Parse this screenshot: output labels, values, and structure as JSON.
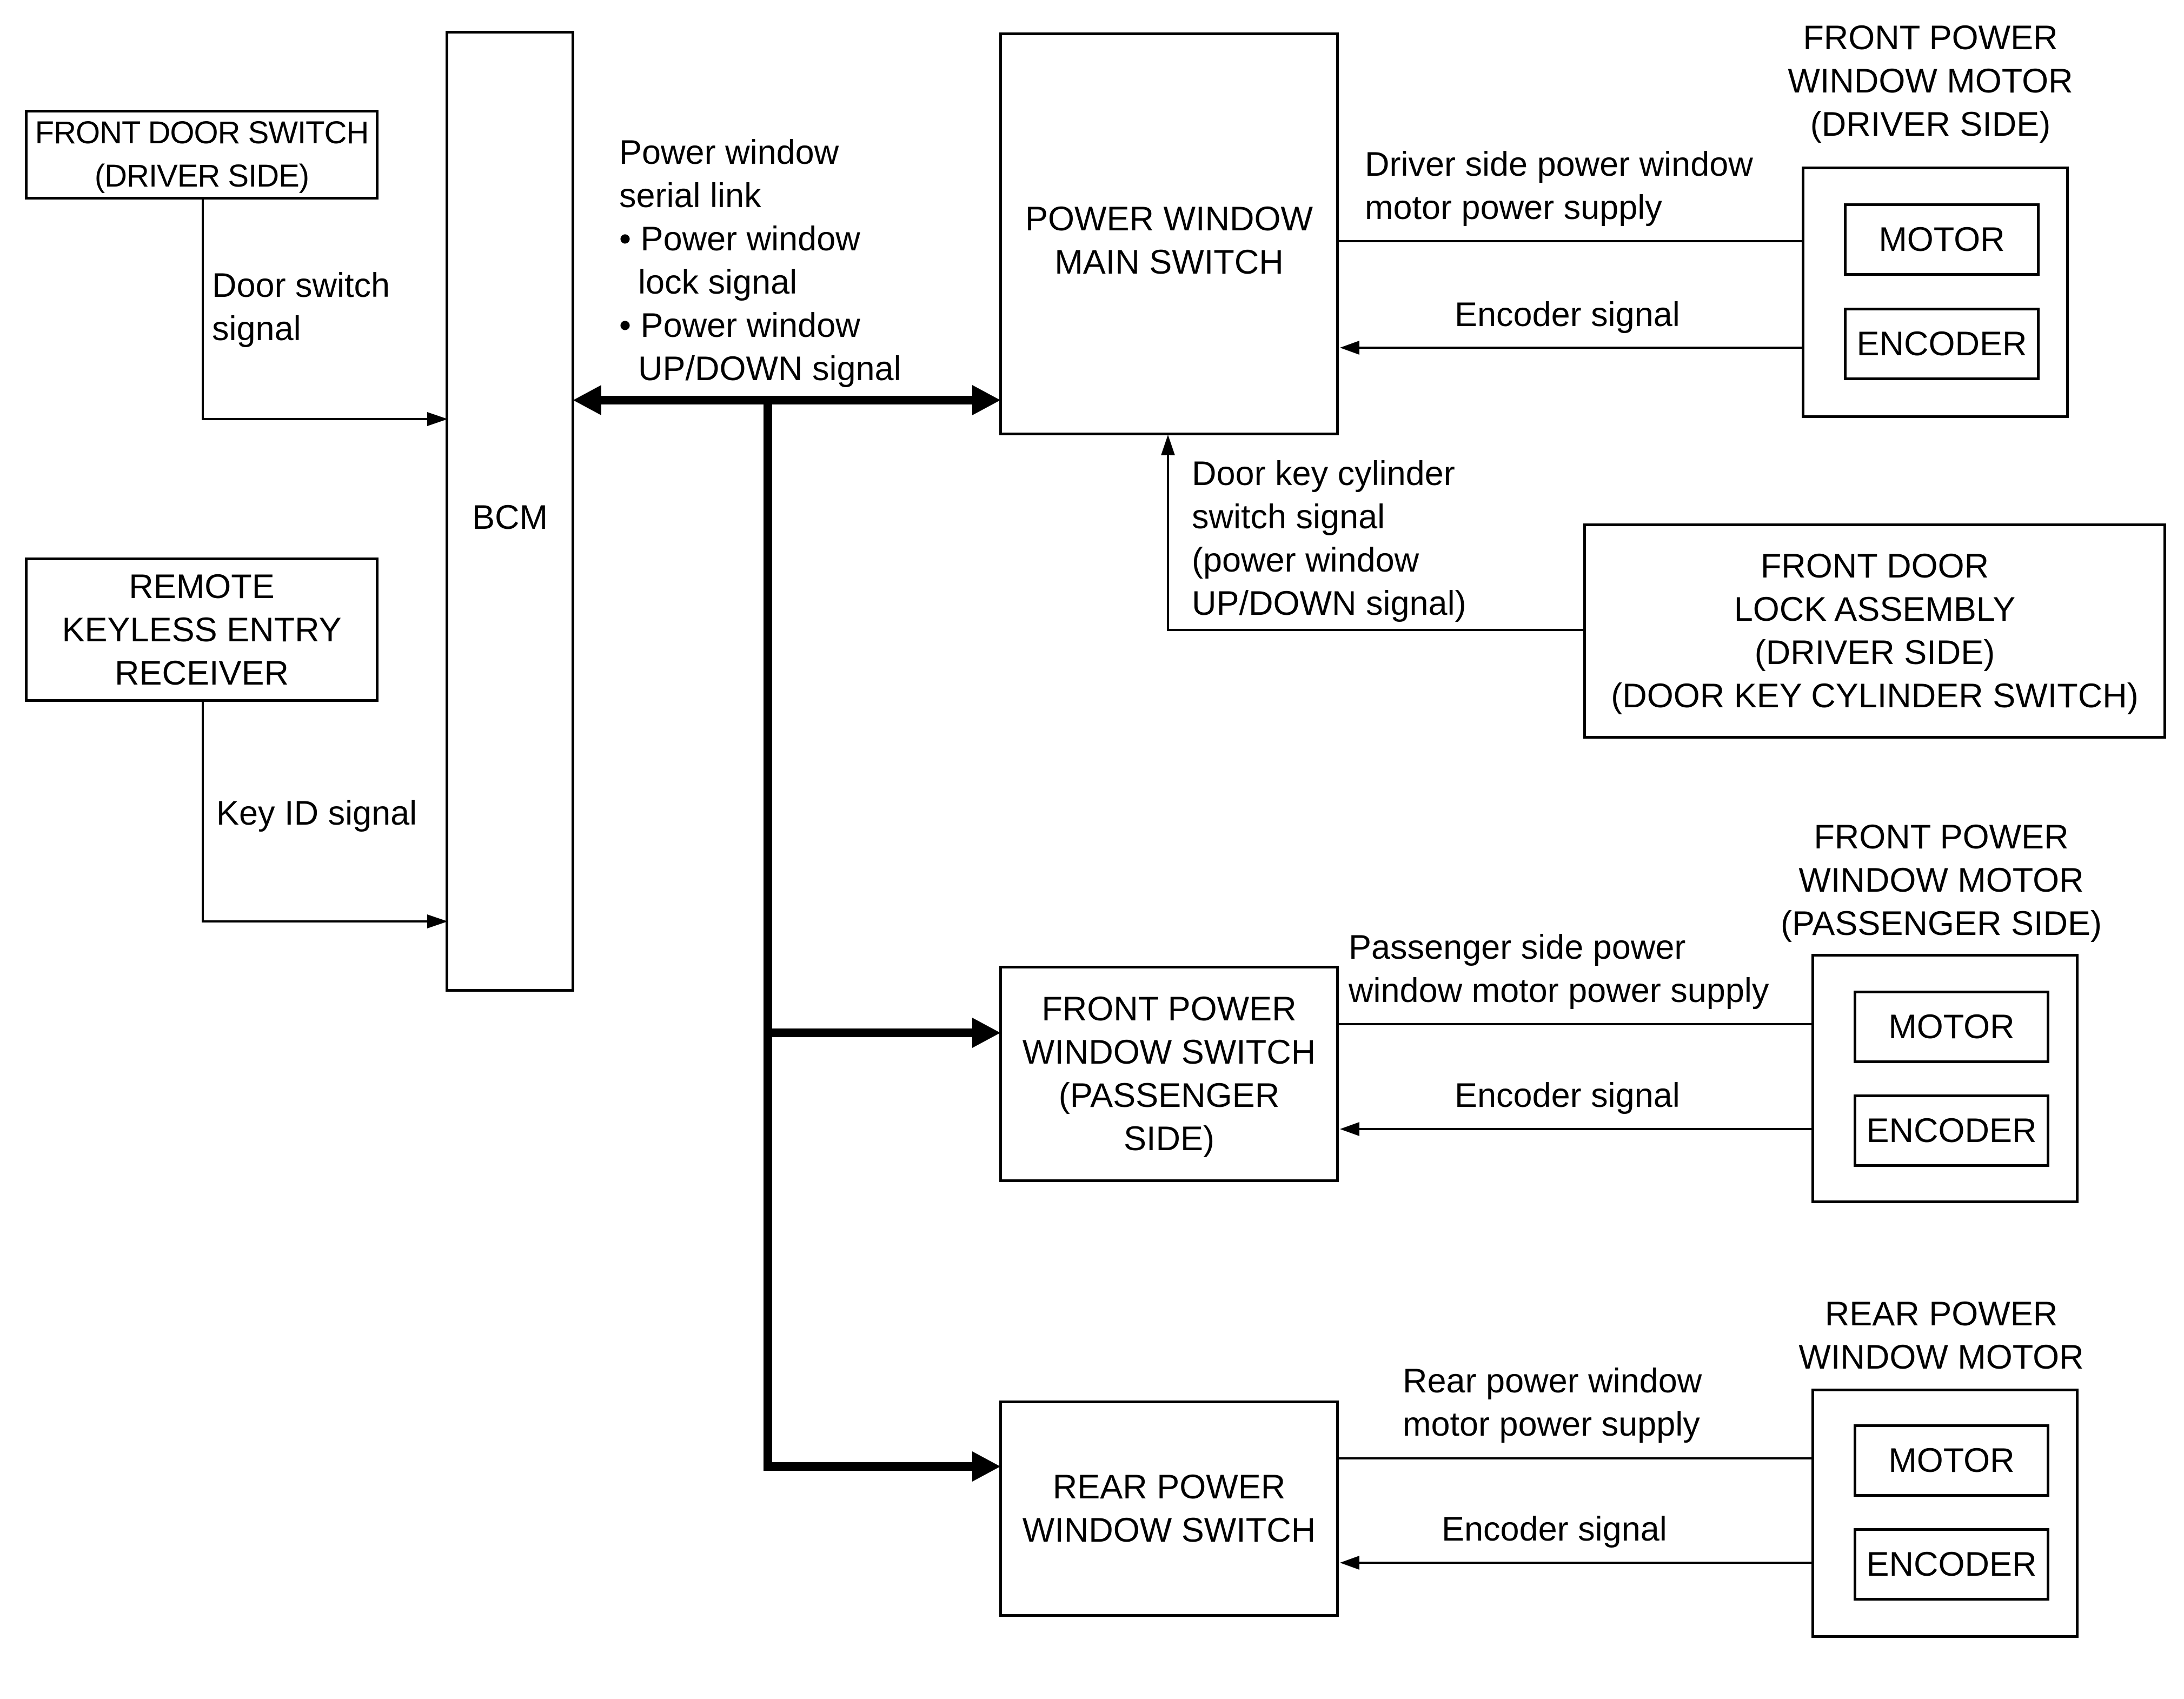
{
  "boxes": {
    "front_door_switch": "FRONT DOOR SWITCH\n(DRIVER SIDE)",
    "remote_keyless_entry_receiver": "REMOTE\nKEYLESS ENTRY\nRECEIVER",
    "bcm": "BCM",
    "power_window_main_switch": "POWER WINDOW\nMAIN SWITCH",
    "front_door_lock_assembly": "FRONT DOOR\nLOCK ASSEMBLY\n(DRIVER SIDE)\n(DOOR KEY CYLINDER SWITCH)",
    "front_power_window_switch_passenger": "FRONT POWER\nWINDOW SWITCH\n(PASSENGER\nSIDE)",
    "rear_power_window_switch": "REAR POWER\nWINDOW SWITCH",
    "motor_driver": {
      "title": "FRONT POWER\nWINDOW MOTOR\n(DRIVER SIDE)",
      "motor": "MOTOR",
      "encoder": "ENCODER"
    },
    "motor_passenger": {
      "title": "FRONT POWER\nWINDOW MOTOR\n(PASSENGER SIDE)",
      "motor": "MOTOR",
      "encoder": "ENCODER"
    },
    "motor_rear": {
      "title": "REAR POWER\nWINDOW MOTOR",
      "motor": "MOTOR",
      "encoder": "ENCODER"
    }
  },
  "signals": {
    "door_switch_signal": "Door switch\nsignal",
    "key_id_signal": "Key ID signal",
    "serial_link": "Power window\nserial link\n• Power window\n  lock signal\n• Power window\n  UP/DOWN signal",
    "driver_motor_power_supply": "Driver side power window\nmotor power supply",
    "driver_encoder_signal": "Encoder signal",
    "door_key_cylinder_signal": "Door key cylinder\nswitch signal\n(power window\nUP/DOWN signal)",
    "passenger_motor_power_supply": "Passenger side power\nwindow motor power supply",
    "passenger_encoder_signal": "Encoder signal",
    "rear_motor_power_supply": "Rear power window\nmotor power supply",
    "rear_encoder_signal": "Encoder signal"
  }
}
